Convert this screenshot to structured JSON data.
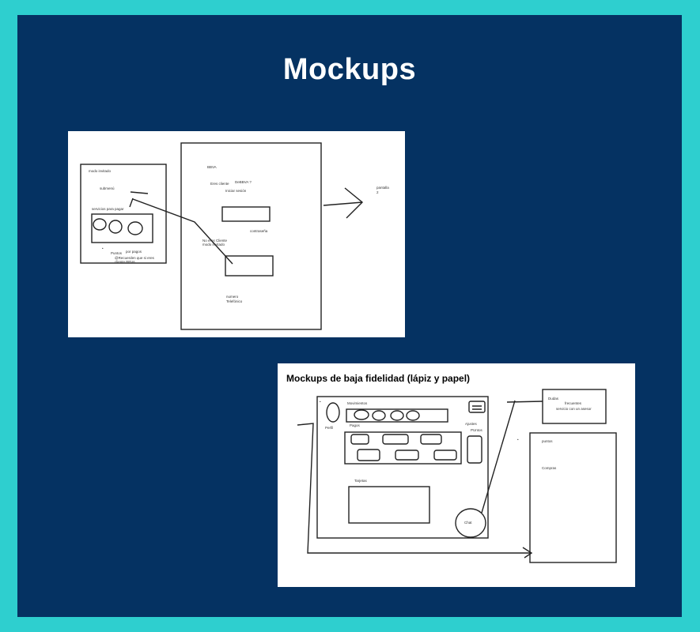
{
  "slide": {
    "title": "Mockups",
    "background_color": "#053262",
    "border_color": "#2ecfcf"
  },
  "sketch1": {
    "left_panel": {
      "mode_label": "modo invitado",
      "submenu_label": "submenú",
      "services_label": "servicios para pagar",
      "points_label": "Puntos",
      "pay_label": "por pagos",
      "remember_line1": "@Recuerden que si eres",
      "remember_line2": "cliente BBVA"
    },
    "center_panel": {
      "bank_label": "BBVA",
      "are_client_label": "Eres cliente",
      "bbva_q_label": "DeBBVA ?",
      "login_label": "Iniciar sesión",
      "password_label": "contraseña",
      "not_client_line1": "No eres Cliente",
      "not_client_line2": "modo invitado",
      "phone_line1": "numero",
      "phone_line2": "Telefónico"
    },
    "right_labels": {
      "screen_line1": "pantalla",
      "screen_line2": "2"
    }
  },
  "sketch2": {
    "heading": "Mockups de baja fidelidad (lápiz y papel)",
    "main_screen": {
      "movements_label": "Movimientos",
      "profile_label": "Perfil",
      "payments_label": "Pagos",
      "settings_label": "Ajustes",
      "points_label": "PUntos",
      "cards_label": "Tarjetas",
      "chat_label": "Chat"
    },
    "faq_box": {
      "line1": "Dudas",
      "line2": "frecuentes",
      "line3": "servicio con un asesor"
    },
    "side_screen": {
      "points_label": "puntos",
      "purchases_label": "Compras"
    }
  }
}
